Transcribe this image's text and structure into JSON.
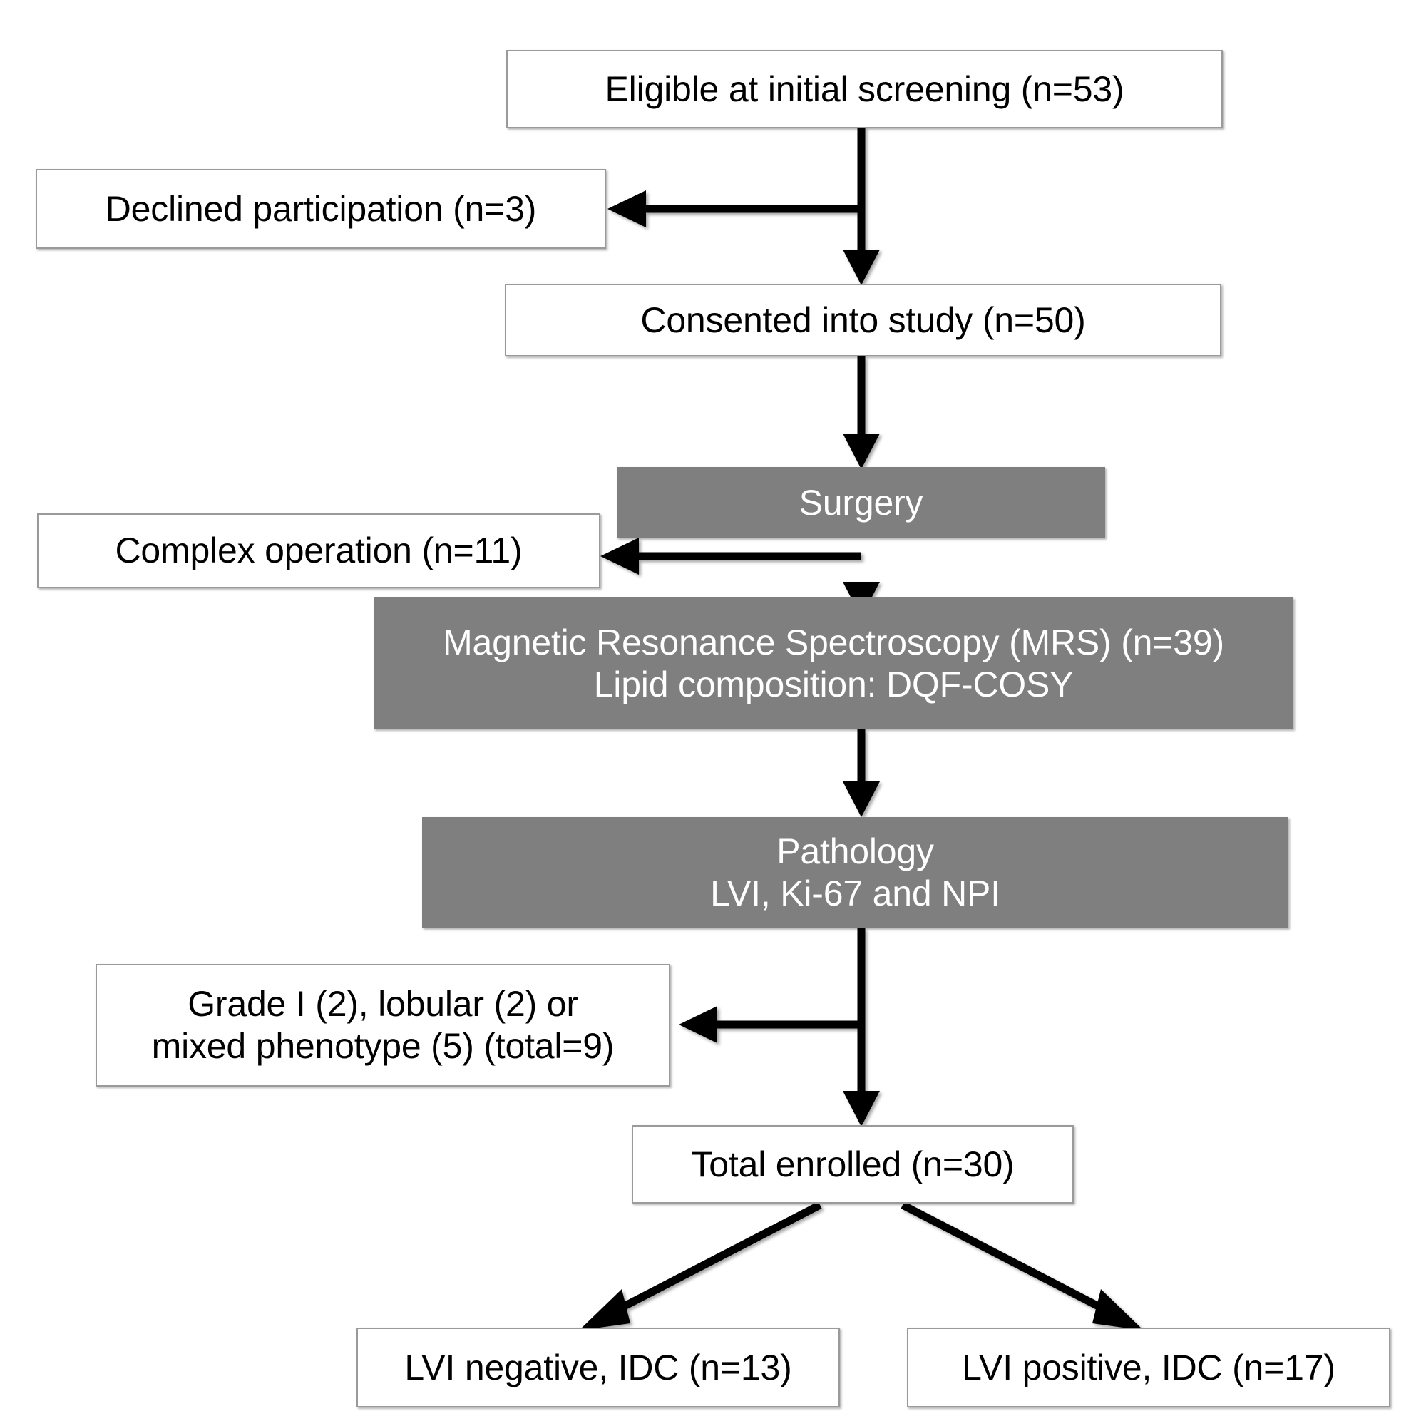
{
  "diagram": {
    "title": "Patient enrollment flow diagram",
    "colors": {
      "box_fill_white": "#ffffff",
      "box_fill_gray": "#7f7f7f",
      "box_border": "#9a9a9a",
      "text_dark": "#000000",
      "text_light": "#ffffff",
      "arrow": "#000000"
    },
    "nodes": {
      "eligible": "Eligible at initial screening (n=53)",
      "declined": "Declined participation (n=3)",
      "consented": "Consented into study (n=50)",
      "surgery": "Surgery",
      "complex_operation": "Complex operation (n=11)",
      "mrs_line1": "Magnetic Resonance Spectroscopy (MRS) (n=39)",
      "mrs_line2": "Lipid composition: DQF-COSY",
      "pathology_line1": "Pathology",
      "pathology_line2": "LVI, Ki-67 and NPI",
      "excluded_line1": "Grade I (2), lobular (2) or",
      "excluded_line2": "mixed phenotype (5) (total=9)",
      "total_enrolled": "Total enrolled (n=30)",
      "lvi_negative": "LVI negative, IDC (n=13)",
      "lvi_positive": "LVI positive, IDC (n=17)"
    },
    "counts": {
      "eligible": 53,
      "declined": 3,
      "consented": 50,
      "complex_operation": 11,
      "mrs": 39,
      "excluded_grade_i": 2,
      "excluded_lobular": 2,
      "excluded_mixed_phenotype": 5,
      "excluded_total": 9,
      "total_enrolled": 30,
      "lvi_negative": 13,
      "lvi_positive": 17
    }
  }
}
